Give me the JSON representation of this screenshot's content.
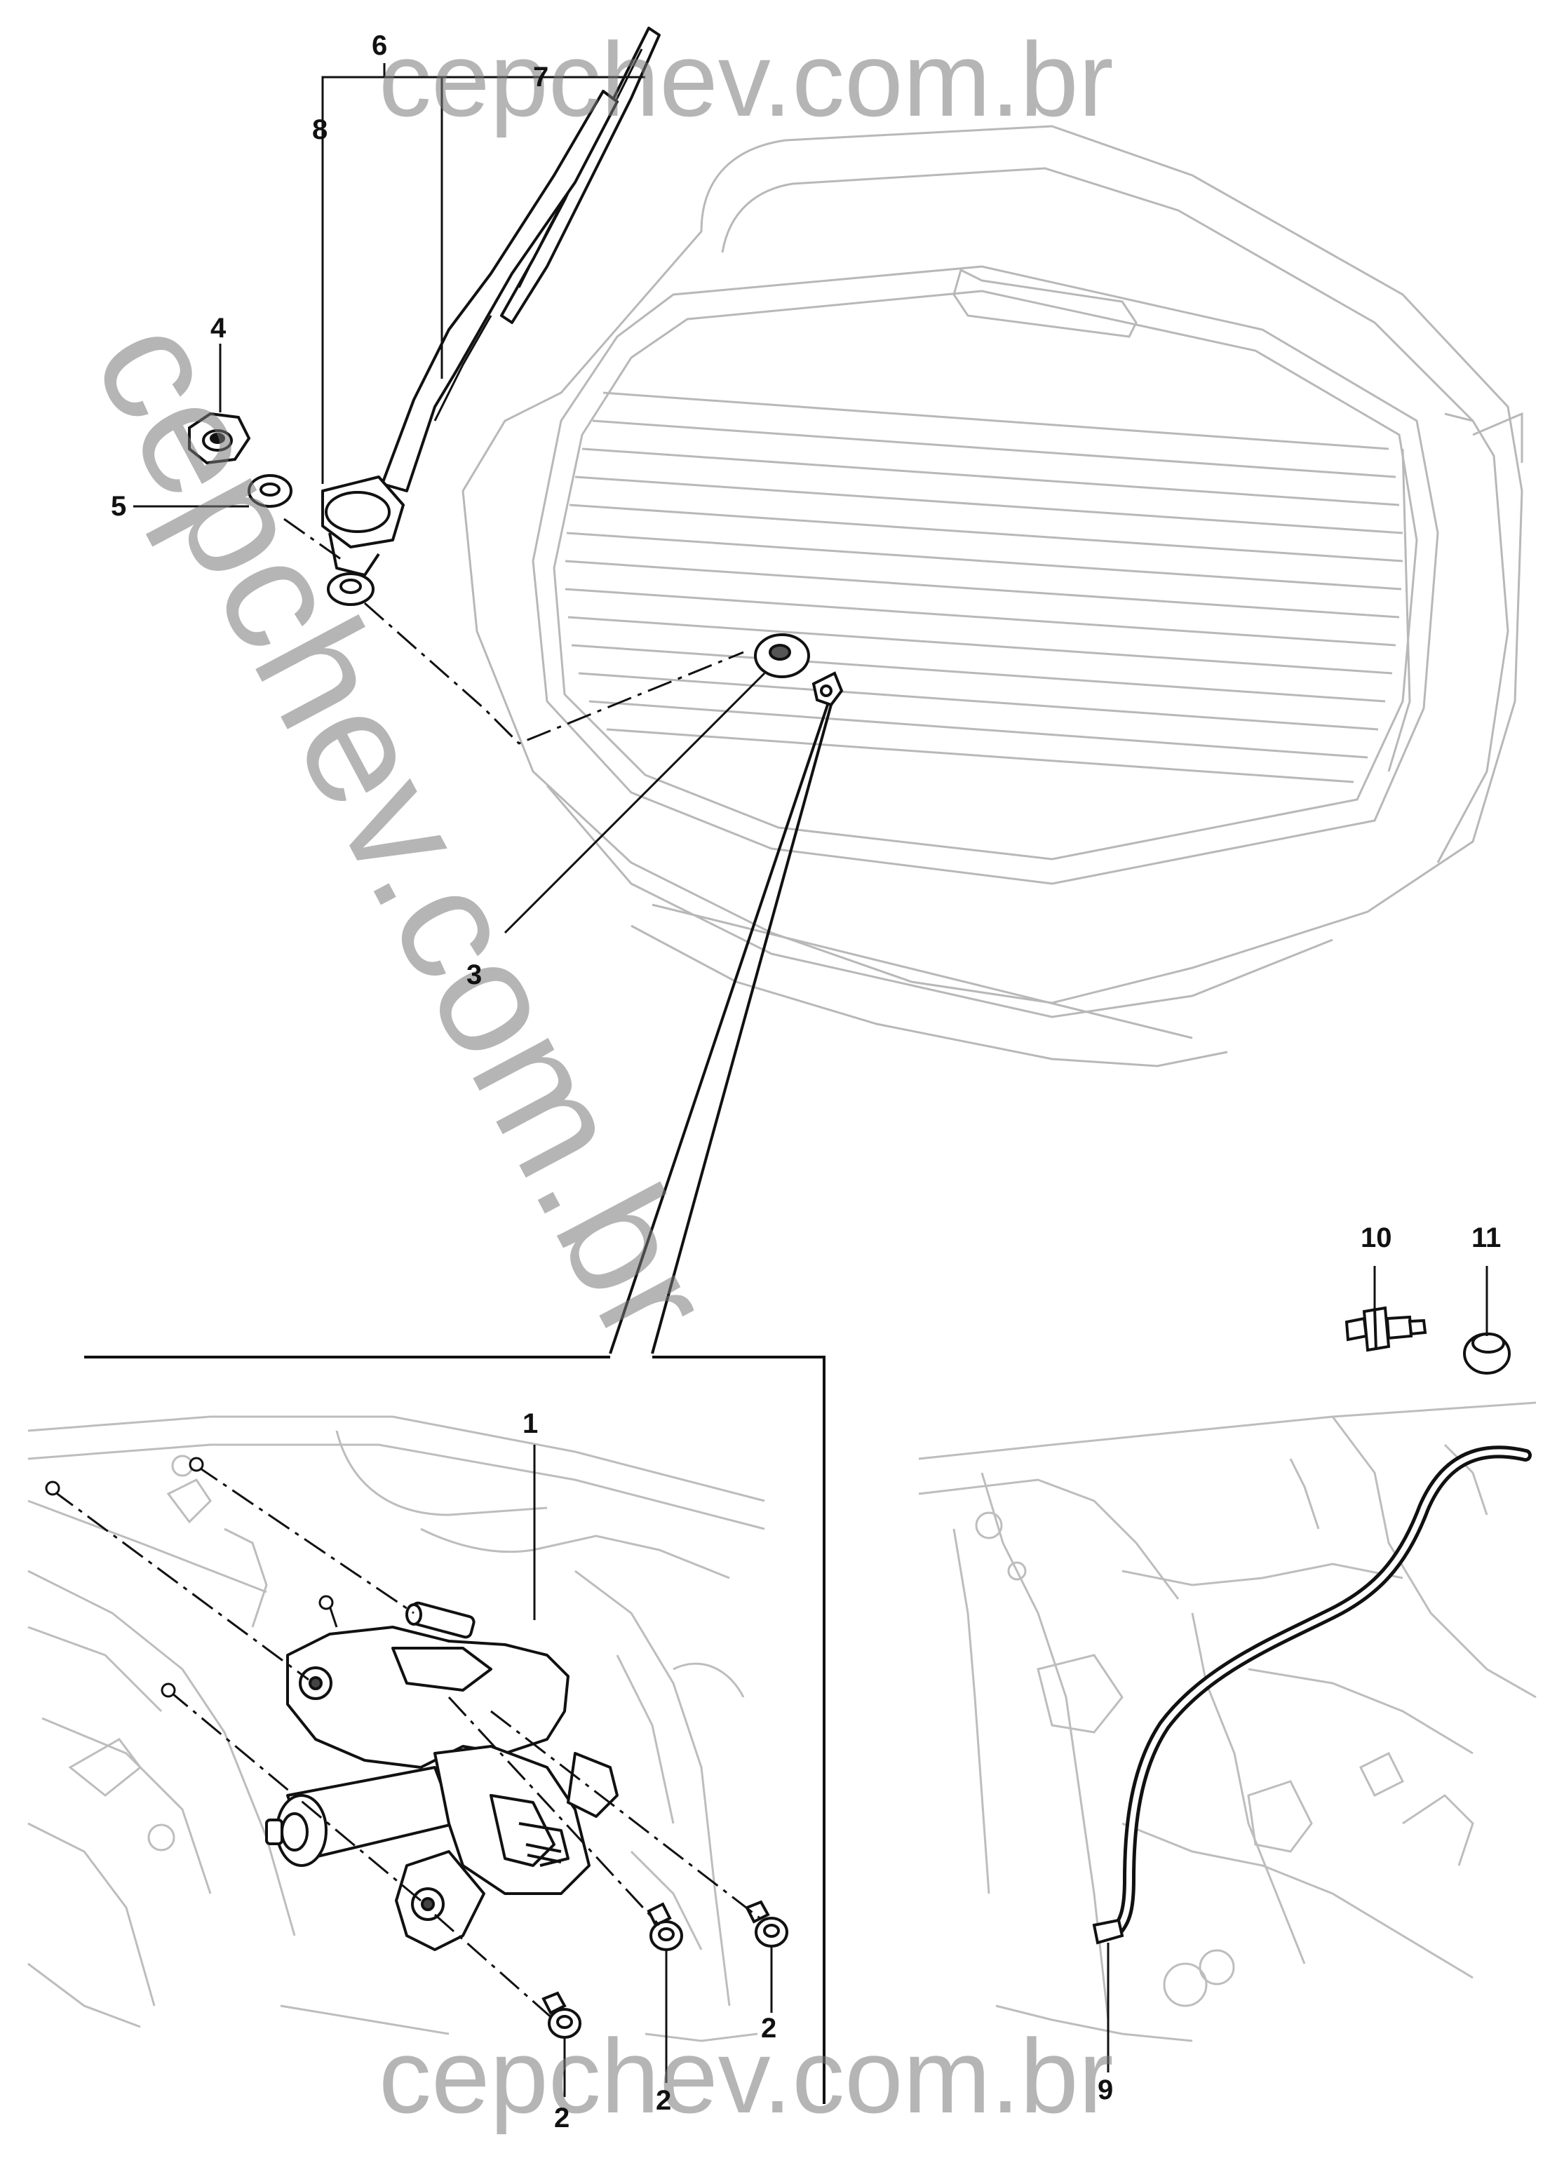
{
  "diagram": {
    "callouts": [
      {
        "id": "c1",
        "label": "1"
      },
      {
        "id": "c2a",
        "label": "2"
      },
      {
        "id": "c2b",
        "label": "2"
      },
      {
        "id": "c2c",
        "label": "2"
      },
      {
        "id": "c3",
        "label": "3"
      },
      {
        "id": "c4",
        "label": "4"
      },
      {
        "id": "c5",
        "label": "5"
      },
      {
        "id": "c6",
        "label": "6"
      },
      {
        "id": "c7",
        "label": "7"
      },
      {
        "id": "c8",
        "label": "8"
      },
      {
        "id": "c9",
        "label": "9"
      },
      {
        "id": "c10",
        "label": "10"
      },
      {
        "id": "c11",
        "label": "11"
      }
    ],
    "watermarks": {
      "top": "cepchev.com.br",
      "diagonal": "cepchev.com.br",
      "bottom": "cepchev.com.br"
    },
    "colors": {
      "ink": "#111111",
      "ghost": "#b5b5b5",
      "watermark": "#8c8c8c"
    }
  }
}
